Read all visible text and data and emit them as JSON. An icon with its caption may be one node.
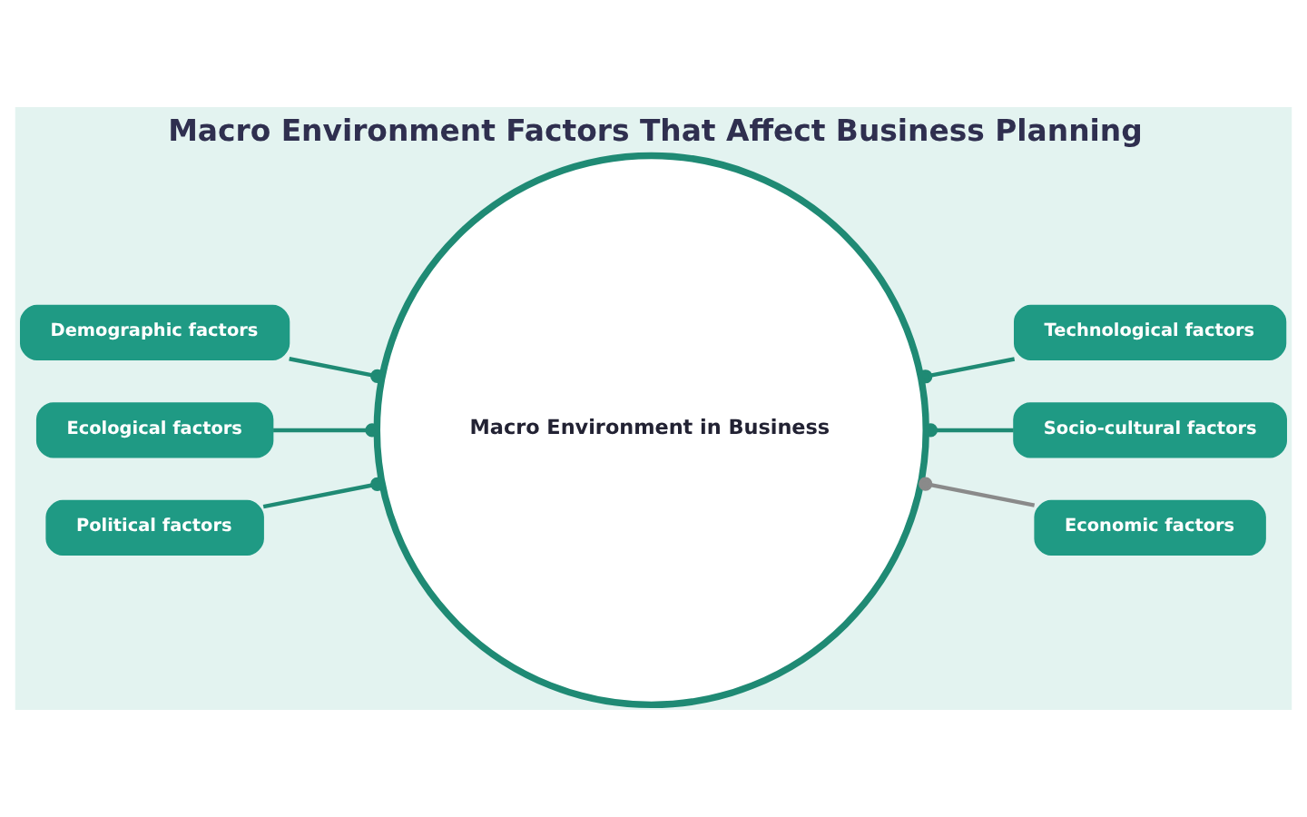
{
  "diagram": {
    "title": "Macro Environment Factors That Affect Business Planning",
    "nodes": [
      {
        "text": [
          "Demographic factors"
        ]
      },
      {
        "text": [
          "Technological factors"
        ]
      },
      {
        "text": [
          "Ecological factors"
        ]
      },
      {
        "text": [
          "Macro Environment in Business"
        ]
      },
      {
        "text": [
          "Socio-cultural factors"
        ]
      },
      {
        "text": [
          "Political factors"
        ]
      },
      {
        "text": [
          "Economic factors"
        ]
      }
    ],
    "edges": [
      {
        "from": 0,
        "to": 3,
        "arrow": "other"
      },
      {
        "from": 3,
        "to": 1,
        "arrow": "other"
      },
      {
        "from": 2,
        "to": 3,
        "arrow": "other"
      },
      {
        "from": 3,
        "to": 4,
        "arrow": "other"
      },
      {
        "from": 5,
        "to": 3,
        "arrow": "other"
      },
      {
        "from": 3,
        "to": 6,
        "arrow": "other",
        "color": "#8a8a8a"
      }
    ]
  }
}
